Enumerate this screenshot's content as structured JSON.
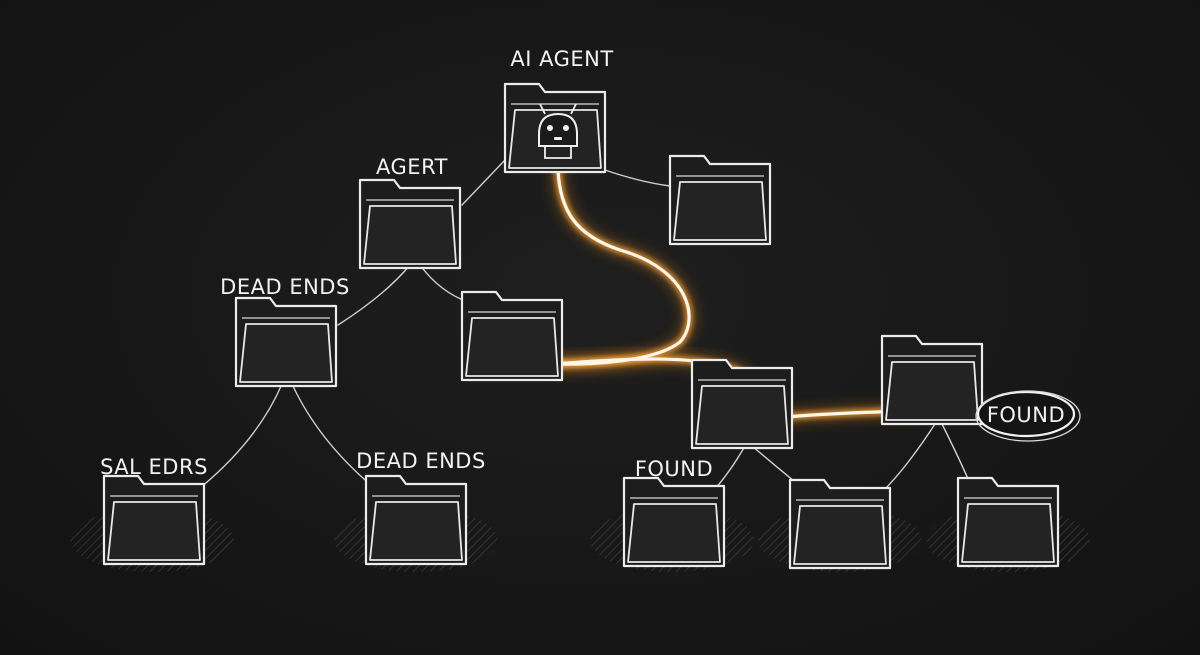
{
  "labels": {
    "ai_agent": "AI AGENT",
    "agert": "AGERT",
    "dead_ends_upper": "DEAD ENDS",
    "sal_edrs": "SAL EDRS",
    "dead_ends_lower": "DEAD ENDS",
    "found_left": "FOUND",
    "found_badge": "FOUND"
  },
  "colors": {
    "background": "#161616",
    "chalk": "#ececec",
    "path_glow": "#e89a38"
  },
  "icons": {
    "agent": "robot-icon",
    "node": "folder-icon"
  }
}
